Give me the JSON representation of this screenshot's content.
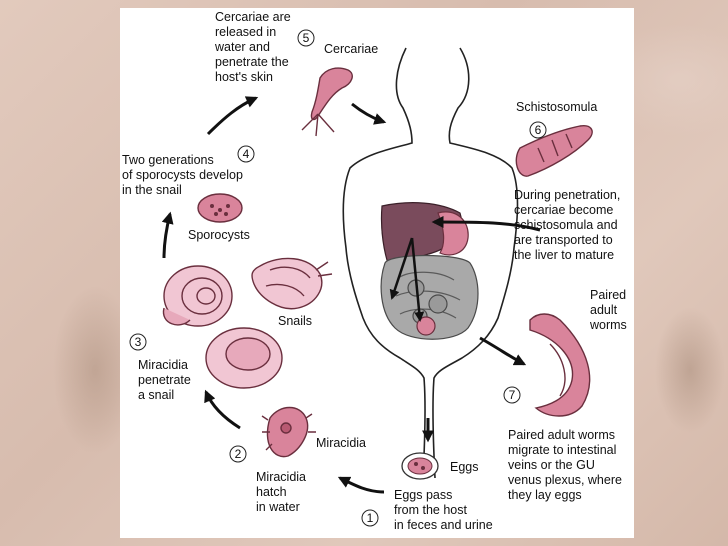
{
  "steps": [
    {
      "number": "1",
      "caption": "Eggs pass\nfrom the host\nin feces and urine"
    },
    {
      "number": "2",
      "caption": "Miracidia\nhatch\nin water"
    },
    {
      "number": "3",
      "caption": "Miracidia\npenetrate\na snail"
    },
    {
      "number": "4",
      "caption": "Two generations\nof sporocysts develop\nin the snail"
    },
    {
      "number": "5",
      "caption": "Cercariae are\nreleased in\nwater and\npenetrate the\nhost's skin"
    },
    {
      "number": "6",
      "caption": "During penetration,\ncercariae become\nschistosomula and\nare transported to\nthe liver to mature"
    },
    {
      "number": "7",
      "caption": "Paired adult worms\nmigrate to intestinal\nveins or the GU\nvenus plexus, where\nthey lay eggs"
    }
  ],
  "stage_labels": {
    "eggs": "Eggs",
    "miracidia": "Miracidia",
    "snails": "Snails",
    "sporocysts": "Sporocysts",
    "cercariae": "Cercariae",
    "schistosomula": "Schistosomula",
    "adult_worms": "Paired\nadult\nworms"
  },
  "colors": {
    "organism_fill": "#d9849b",
    "organism_stroke": "#6a2f3e",
    "liver_fill": "#7a4b5c",
    "intestine_fill": "#a9a9a9",
    "arrow": "#111111"
  }
}
